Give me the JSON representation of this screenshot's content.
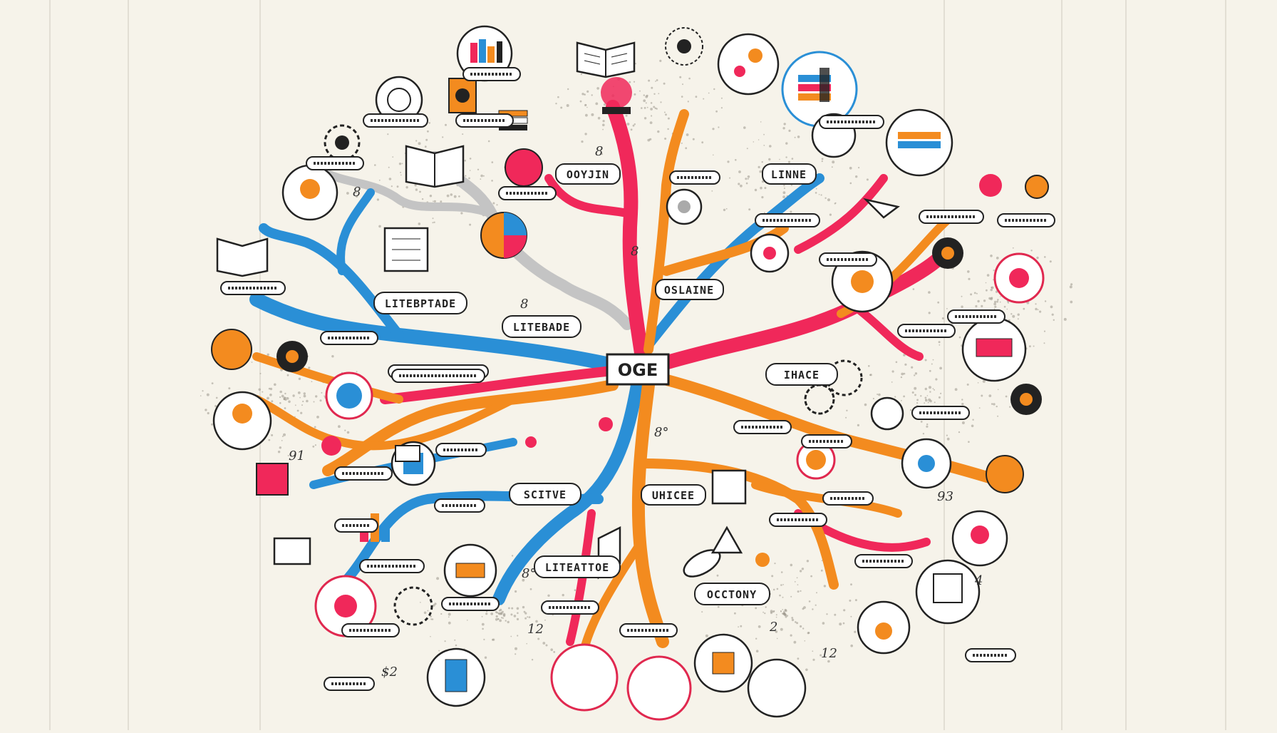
{
  "center": {
    "label": "OGE"
  },
  "branch_labels": [
    {
      "id": "lit-top",
      "text": "LITEBPTADE"
    },
    {
      "id": "lit-mid",
      "text": "LITEBADE"
    },
    {
      "id": "lit-bottom",
      "text": "LITEATTOE"
    },
    {
      "id": "ozyjin",
      "text": "OOYJIN"
    },
    {
      "id": "scitve",
      "text": "SCITVE"
    },
    {
      "id": "uhicee",
      "text": "UHICEE"
    },
    {
      "id": "octony",
      "text": "OCCTONY"
    },
    {
      "id": "ihace",
      "text": "IHACE"
    },
    {
      "id": "oslaine",
      "text": "OSLAINE"
    },
    {
      "id": "linne",
      "text": "LINNE"
    }
  ],
  "numbers": [
    "8",
    "8",
    "8",
    "8",
    "8°",
    "8°",
    "12",
    "12",
    "2",
    "93",
    "91",
    "$2",
    "4"
  ],
  "colors": {
    "blue": "#2a8fd6",
    "red": "#f0285a",
    "orange": "#f38b1f",
    "gray": "#c4c4c4",
    "ink": "#222222"
  },
  "icons": [
    "open-book-icon",
    "books-stack-icon",
    "trophy-icon",
    "gear-icon",
    "sun-icon",
    "pie-chart-icon",
    "flower-icon",
    "car-icon",
    "document-icon",
    "leaf-icon",
    "lightbulb-icon",
    "shell-icon",
    "star-icon",
    "bar-chart-icon",
    "globe-icon"
  ]
}
